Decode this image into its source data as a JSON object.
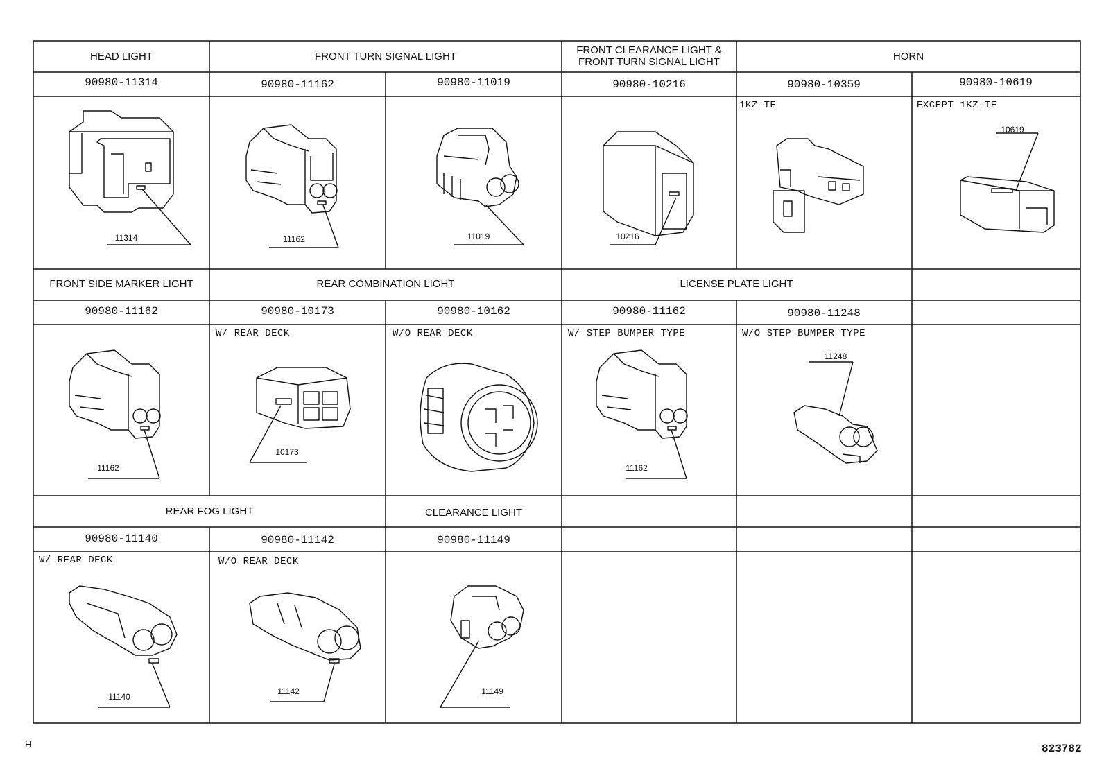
{
  "categories": {
    "head_light": "HEAD LIGHT",
    "front_turn_signal_light": "FRONT TURN SIGNAL LIGHT",
    "front_clearance_turn": "FRONT CLEARANCE LIGHT &\nFRONT TURN SIGNAL LIGHT",
    "horn": "HORN",
    "front_side_marker_light": "FRONT SIDE MARKER LIGHT",
    "rear_combination_light": "REAR COMBINATION LIGHT",
    "license_plate_light": "LICENSE PLATE LIGHT",
    "rear_fog_light": "REAR FOG LIGHT",
    "clearance_light": "CLEARANCE LIGHT"
  },
  "part_numbers": {
    "p11314": "90980-11314",
    "p11162a": "90980-11162",
    "p11019": "90980-11019",
    "p10216": "90980-10216",
    "p10359": "90980-10359",
    "p10619": "90980-10619",
    "p11162b": "90980-11162",
    "p10173": "90980-10173",
    "p10162": "90980-10162",
    "p11162c": "90980-11162",
    "p11248": "90980-11248",
    "p11140": "90980-11140",
    "p11142": "90980-11142",
    "p11149": "90980-11149"
  },
  "variants": {
    "v_1kz": "1KZ-TE",
    "v_except_1kz": "EXCEPT 1KZ-TE",
    "v_w_rear_deck": "W/  REAR DECK",
    "v_wo_rear_deck": "W/O REAR DECK",
    "v_w_step": "W/  STEP BUMPER TYPE",
    "v_wo_step": "W/O STEP BUMPER TYPE",
    "v_fog_w_rear_deck": "W/  REAR DECK",
    "v_fog_wo_rear_deck": "W/O REAR DECK"
  },
  "refs": {
    "r11314": "11314",
    "r11162a": "11162",
    "r11019": "11019",
    "r10216": "10216",
    "r10619": "10619",
    "r11162b": "11162",
    "r10173": "10173",
    "r11162c": "11162",
    "r11248": "11248",
    "r11140": "11140",
    "r11142": "11142",
    "r11149": "11149"
  },
  "footer": {
    "left": "H",
    "right": "823782"
  }
}
